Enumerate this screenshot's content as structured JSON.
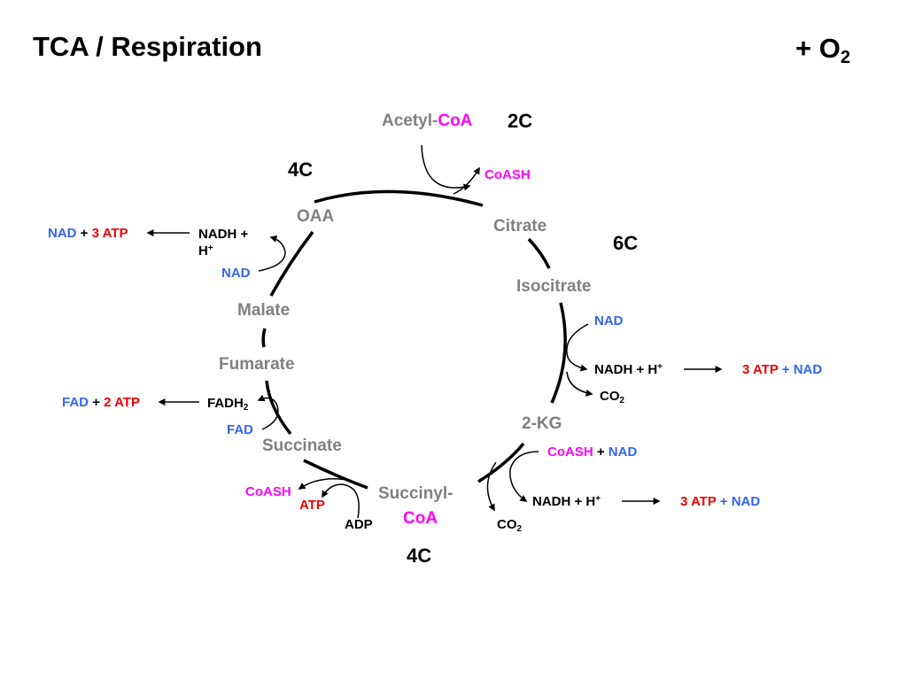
{
  "title": "TCA / Respiration",
  "oxygen": {
    "prefix": "+ O",
    "sub": "2"
  },
  "carbons": {
    "c2": "2C",
    "c4_top": "4C",
    "c6": "6C",
    "c4_bottom": "4C"
  },
  "metabolites": {
    "acetyl": "Acetyl-",
    "coa": "CoA",
    "citrate": "Citrate",
    "isocitrate": "Isocitrate",
    "kg": "2-KG",
    "succinyl": "Succinyl-",
    "succinyl_coa": "CoA",
    "succinate": "Succinate",
    "fumarate": "Fumarate",
    "malate": "Malate",
    "oaa": "OAA"
  },
  "cofactors": {
    "coash_citrate": "CoASH",
    "nad_isocitrate": "NAD",
    "nadh_isocitrate": "NADH + H",
    "co2": "CO",
    "sub2": "2",
    "plus_sup": "+",
    "coash_kg": "CoASH",
    "plus": " + ",
    "nad_kg": "NAD",
    "nadh_kg": "NADH + H",
    "coash_succ": "CoASH",
    "atp_succ": "ATP",
    "adp": "ADP",
    "fad": "FAD",
    "fadh": "FADH",
    "nad_malate": "NAD",
    "nadh_malate": "NADH +",
    "h_malate": "H",
    "three_atp": "3 ATP",
    "two_atp": "2 ATP",
    "nad": "NAD",
    "fad_out": "FAD"
  }
}
